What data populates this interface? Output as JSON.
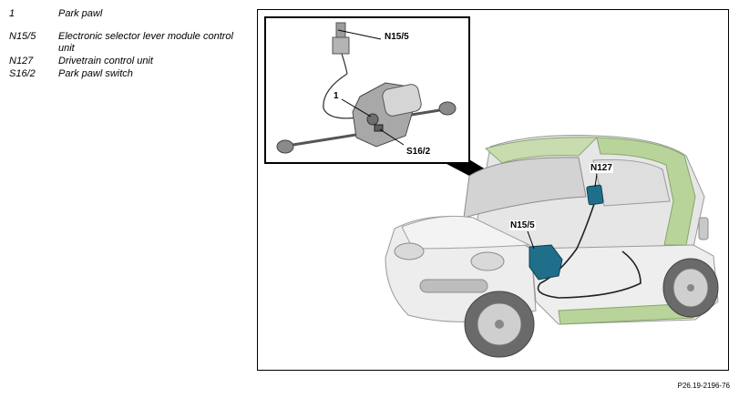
{
  "legend": {
    "items": [
      {
        "code": "1",
        "description": "Park pawl"
      },
      {
        "code": "N15/5",
        "description": "Electronic selector lever module control unit"
      },
      {
        "code": "N127",
        "description": "Drivetrain control unit"
      },
      {
        "code": "S16/2",
        "description": "Park pawl switch"
      }
    ]
  },
  "figure": {
    "callouts": {
      "inset_n15_5": "N15/5",
      "inset_1": "1",
      "inset_s16_2": "S16/2",
      "car_n127": "N127",
      "car_n15_5": "N15/5"
    },
    "figure_id": "P26.19-2196-76",
    "colors": {
      "component_highlight": "#1f6f8b",
      "car_accent": "#a9c98a",
      "inset_border": "#000000"
    }
  }
}
